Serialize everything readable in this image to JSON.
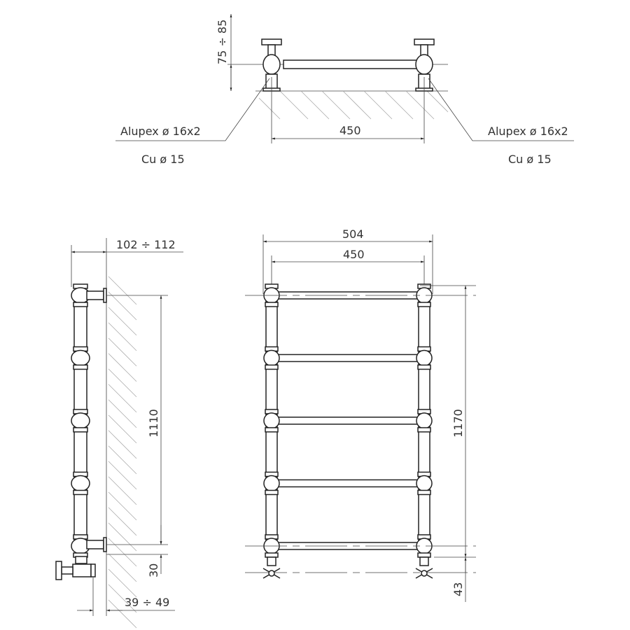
{
  "top_view": {
    "height_dim": "75 ÷ 85",
    "width_dim": "450",
    "left_label_1": "Alupex ø 16x2",
    "left_label_2": "Cu ø 15",
    "right_label_1": "Alupex ø 16x2",
    "right_label_2": "Cu ø 15"
  },
  "side_view": {
    "depth_dim": "102 ÷ 112",
    "height_dim": "1110",
    "bottom_dim": "30",
    "valve_dim": "39 ÷ 49"
  },
  "front_view": {
    "overall_width": "504",
    "axis_width": "450",
    "overall_height": "1170",
    "bottom_dim": "43",
    "rail_count": 5
  }
}
